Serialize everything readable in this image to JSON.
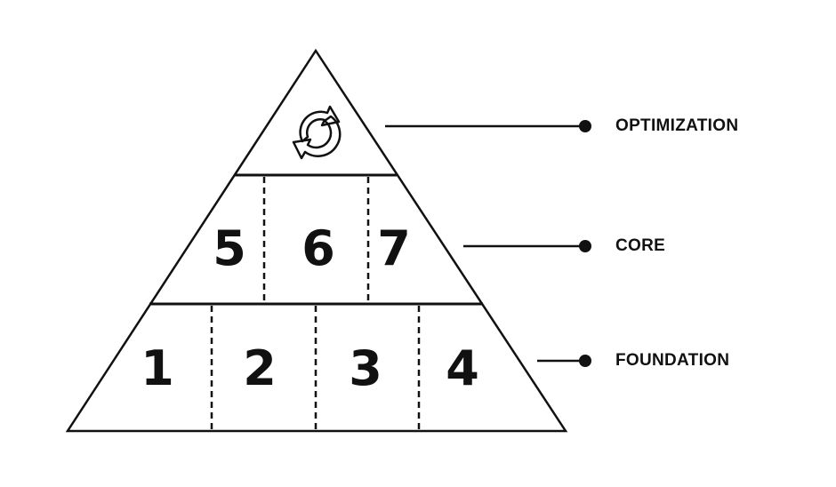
{
  "colors": {
    "ink": "#111111",
    "background": "#ffffff"
  },
  "pyramid": {
    "top_icon": "refresh-cycle-icon",
    "core_numbers": [
      "5",
      "6",
      "7"
    ],
    "foundation_numbers": [
      "1",
      "2",
      "3",
      "4"
    ]
  },
  "labels": {
    "optimization": "OPTIMIZATION",
    "core": "CORE",
    "foundation": "FOUNDATION"
  }
}
